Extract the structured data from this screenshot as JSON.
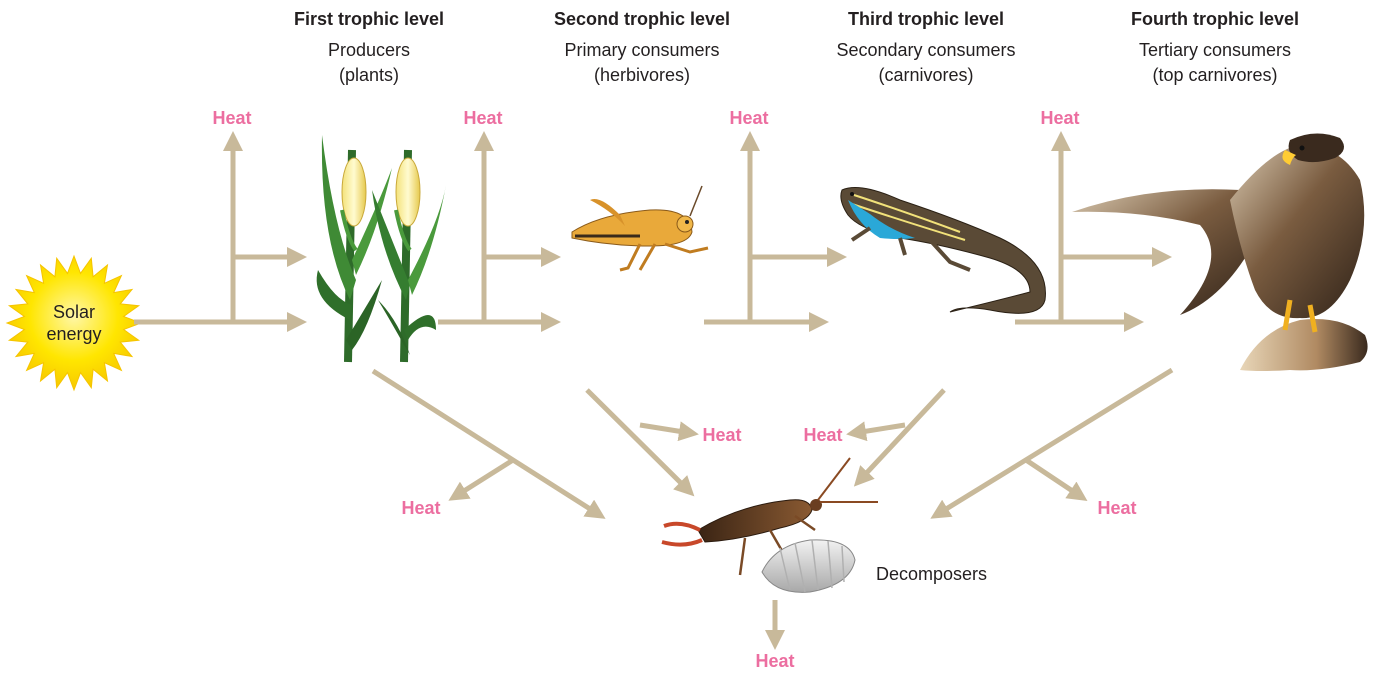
{
  "levels": [
    {
      "title": "First trophic level",
      "line1": "Producers",
      "line2": "(plants)"
    },
    {
      "title": "Second trophic level",
      "line1": "Primary consumers",
      "line2": "(herbivores)"
    },
    {
      "title": "Third trophic level",
      "line1": "Secondary consumers",
      "line2": "(carnivores)"
    },
    {
      "title": "Fourth trophic level",
      "line1": "Tertiary consumers",
      "line2": "(top carnivores)"
    }
  ],
  "sun": {
    "line1": "Solar",
    "line2": "energy"
  },
  "heat_label": "Heat",
  "decomposers_label": "Decomposers",
  "colors": {
    "arrow": "#c8b99a",
    "heat": "#ec6ea0",
    "sun": "#ffe100"
  }
}
